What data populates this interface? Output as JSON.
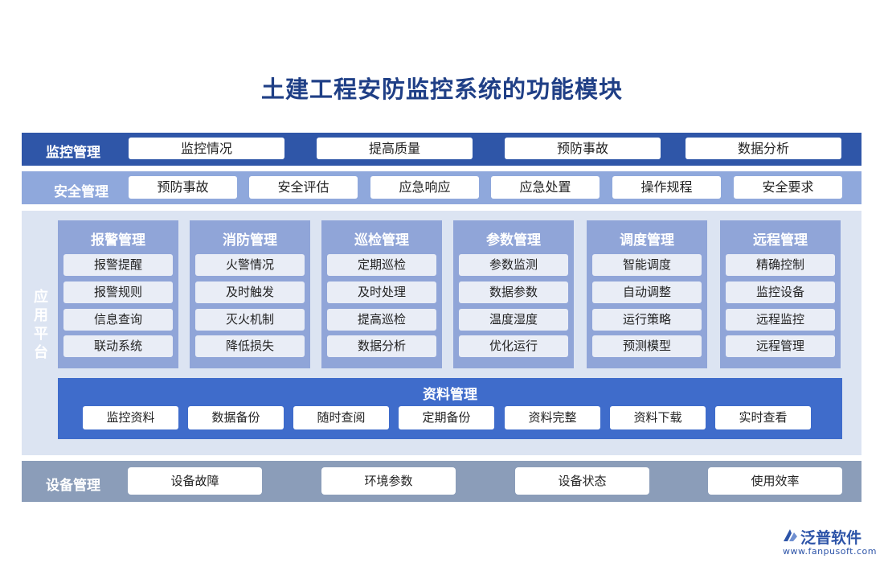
{
  "title": "土建工程安防监控系统的功能模块",
  "monitoring": {
    "label": "监控管理",
    "items": [
      "监控情况",
      "提高质量",
      "预防事故",
      "数据分析"
    ]
  },
  "safety": {
    "label": "安全管理",
    "items": [
      "预防事故",
      "安全评估",
      "应急响应",
      "应急处置",
      "操作规程",
      "安全要求"
    ]
  },
  "platform": {
    "label_chars": [
      "应",
      "用",
      "平",
      "台"
    ],
    "modules": [
      {
        "title": "报警管理",
        "items": [
          "报警提醒",
          "报警规则",
          "信息查询",
          "联动系统"
        ]
      },
      {
        "title": "消防管理",
        "items": [
          "火警情况",
          "及时触发",
          "灭火机制",
          "降低损失"
        ]
      },
      {
        "title": "巡检管理",
        "items": [
          "定期巡检",
          "及时处理",
          "提高巡检",
          "数据分析"
        ]
      },
      {
        "title": "参数管理",
        "items": [
          "参数监测",
          "数据参数",
          "温度湿度",
          "优化运行"
        ]
      },
      {
        "title": "调度管理",
        "items": [
          "智能调度",
          "自动调整",
          "运行策略",
          "预测模型"
        ]
      },
      {
        "title": "远程管理",
        "items": [
          "精确控制",
          "监控设备",
          "远程监控",
          "远程管理"
        ]
      }
    ],
    "archive": {
      "title": "资料管理",
      "items": [
        "监控资料",
        "数据备份",
        "随时查阅",
        "定期备份",
        "资料完整",
        "资料下载",
        "实时查看"
      ]
    }
  },
  "device": {
    "label": "设备管理",
    "items": [
      "设备故障",
      "环境参数",
      "设备状态",
      "使用效率"
    ]
  },
  "logo": {
    "name": "泛普软件",
    "url": "www.fanpusoft.com"
  },
  "colors": {
    "title": "#1f3f86",
    "monitoring_band": "#2f56a8",
    "safety_band": "#8fa8dc",
    "platform_bg": "#dce4f2",
    "module_bg": "#90a5d8",
    "archive_bg": "#3f6ccb",
    "device_band": "#8b9db9"
  }
}
